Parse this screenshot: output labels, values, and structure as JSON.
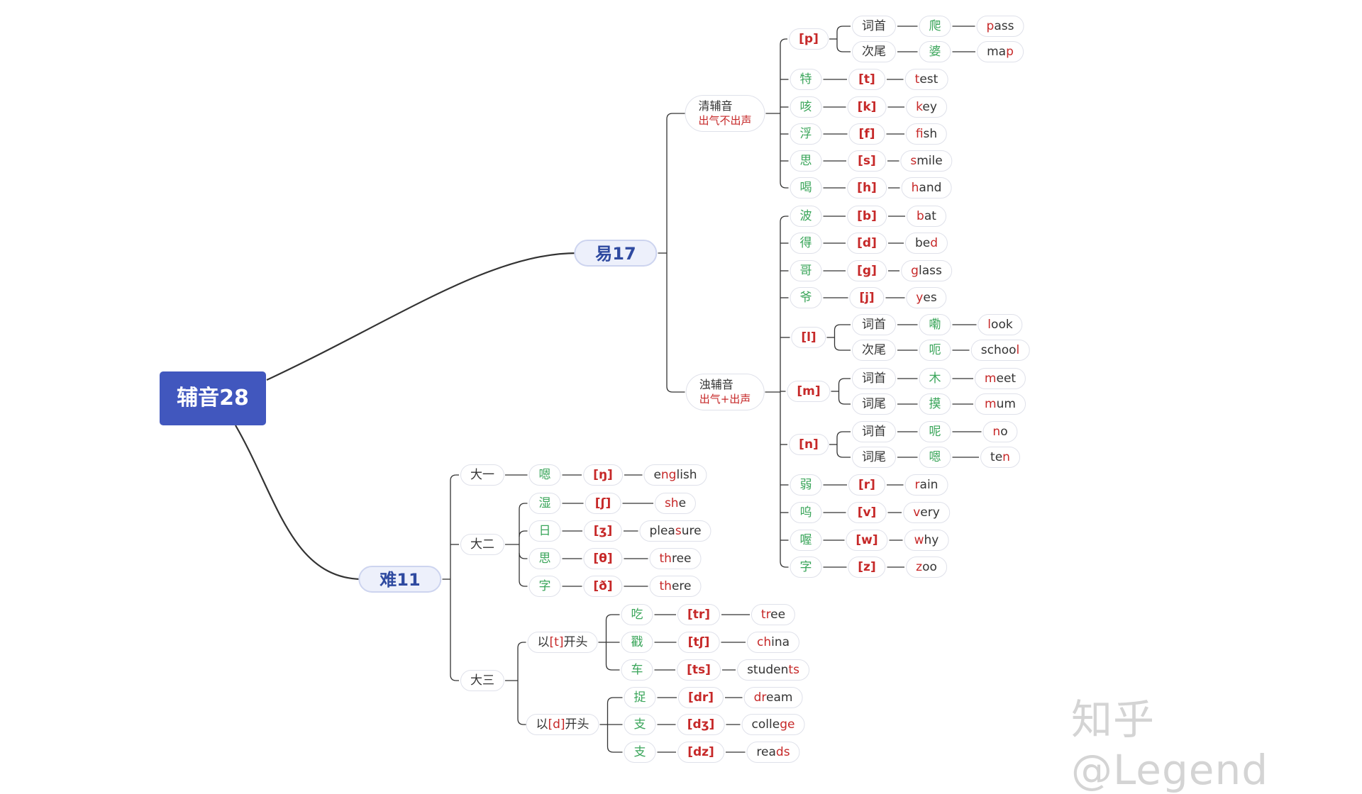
{
  "diagram": {
    "root": {
      "label": "辅音28"
    },
    "branches": [
      {
        "label": "易17",
        "groups": [
          {
            "label": "清辅音",
            "sublabel": "出气不出声",
            "items": [
              {
                "ipa": "[p]",
                "positions": [
                  {
                    "pos": "词首",
                    "hanzi": "爬",
                    "word": "pass",
                    "hl": "p"
                  },
                  {
                    "pos": "次尾",
                    "hanzi": "婆",
                    "word": "map",
                    "hl": "p"
                  }
                ]
              },
              {
                "hanzi": "特",
                "ipa": "[t]",
                "word": "test",
                "hl": "t"
              },
              {
                "hanzi": "咳",
                "ipa": "[k]",
                "word": "key",
                "hl": "k"
              },
              {
                "hanzi": "浮",
                "ipa": "[f]",
                "word": "fish",
                "hl": "f"
              },
              {
                "hanzi": "思",
                "ipa": "[s]",
                "word": "smile",
                "hl": "s"
              },
              {
                "hanzi": "喝",
                "ipa": "[h]",
                "word": "hand",
                "hl": "h"
              }
            ]
          },
          {
            "label": "浊辅音",
            "sublabel": "出气+出声",
            "items": [
              {
                "hanzi": "波",
                "ipa": "[b]",
                "word": "bat",
                "hl": "b"
              },
              {
                "hanzi": "得",
                "ipa": "[d]",
                "word": "bed",
                "hl": "d"
              },
              {
                "hanzi": "哥",
                "ipa": "[g]",
                "word": "glass",
                "hl": "g"
              },
              {
                "hanzi": "爷",
                "ipa": "[j]",
                "word": "yes",
                "hl": "y"
              },
              {
                "ipa": "[l]",
                "positions": [
                  {
                    "pos": "词首",
                    "hanzi": "嘞",
                    "word": "look",
                    "hl": "l"
                  },
                  {
                    "pos": "次尾",
                    "hanzi": "呃",
                    "word": "school",
                    "hl": "l"
                  }
                ]
              },
              {
                "ipa": "[m]",
                "positions": [
                  {
                    "pos": "词首",
                    "hanzi": "木",
                    "word": "meet",
                    "hl": "m"
                  },
                  {
                    "pos": "词尾",
                    "hanzi": "摸",
                    "word": "mum",
                    "hl": "m"
                  }
                ]
              },
              {
                "ipa": "[n]",
                "positions": [
                  {
                    "pos": "词首",
                    "hanzi": "呢",
                    "word": "no",
                    "hl": "n"
                  },
                  {
                    "pos": "词尾",
                    "hanzi": "嗯",
                    "word": "ten",
                    "hl": "n"
                  }
                ]
              },
              {
                "hanzi": "弱",
                "ipa": "[r]",
                "word": "rain",
                "hl": "r"
              },
              {
                "hanzi": "呜",
                "ipa": "[v]",
                "word": "very",
                "hl": "v"
              },
              {
                "hanzi": "喔",
                "ipa": "[w]",
                "word": "why",
                "hl": "w"
              },
              {
                "hanzi": "字",
                "ipa": "[z]",
                "word": "zoo",
                "hl": "z"
              }
            ]
          }
        ]
      },
      {
        "label": "难11",
        "groups": [
          {
            "label": "大一",
            "items": [
              {
                "hanzi": "嗯",
                "ipa": "[ŋ]",
                "word": "english",
                "hl": "ng"
              }
            ]
          },
          {
            "label": "大二",
            "items": [
              {
                "hanzi": "湿",
                "ipa": "[ʃ]",
                "word": "she",
                "hl": "sh"
              },
              {
                "hanzi": "日",
                "ipa": "[ʒ]",
                "word": "pleasure",
                "hl": "s"
              },
              {
                "hanzi": "思",
                "ipa": "[θ]",
                "word": "three",
                "hl": "th"
              },
              {
                "hanzi": "字",
                "ipa": "[ð]",
                "word": "there",
                "hl": "th"
              }
            ]
          },
          {
            "label": "大三",
            "subgroups": [
              {
                "prefix": "以",
                "mark": "[t]",
                "suffix": "开头",
                "items": [
                  {
                    "hanzi": "吃",
                    "ipa": "[tr]",
                    "word": "tree",
                    "hl": "tr"
                  },
                  {
                    "hanzi": "戳",
                    "ipa": "[tʃ]",
                    "word": "china",
                    "hl": "ch"
                  },
                  {
                    "hanzi": "车",
                    "ipa": "[ts]",
                    "word": "students",
                    "hl": "ts"
                  }
                ]
              },
              {
                "prefix": "以",
                "mark": "[d]",
                "suffix": "开头",
                "items": [
                  {
                    "hanzi": "捉",
                    "ipa": "[dr]",
                    "word": "dream",
                    "hl": "dr"
                  },
                  {
                    "hanzi": "支",
                    "ipa": "[dʒ]",
                    "word": "college",
                    "hl": "ge"
                  },
                  {
                    "hanzi": "支",
                    "ipa": "[dz]",
                    "word": "reads",
                    "hl": "ds"
                  }
                ]
              }
            ]
          }
        ]
      }
    ]
  },
  "watermark": "知乎 @Legend",
  "colors": {
    "root_fill": "#4157be",
    "branch_fill": "#edf0fb",
    "branch_text": "#2f4aa0",
    "highlight": "#c62828",
    "hanzi": "#3aa55a",
    "line": "#333333"
  }
}
